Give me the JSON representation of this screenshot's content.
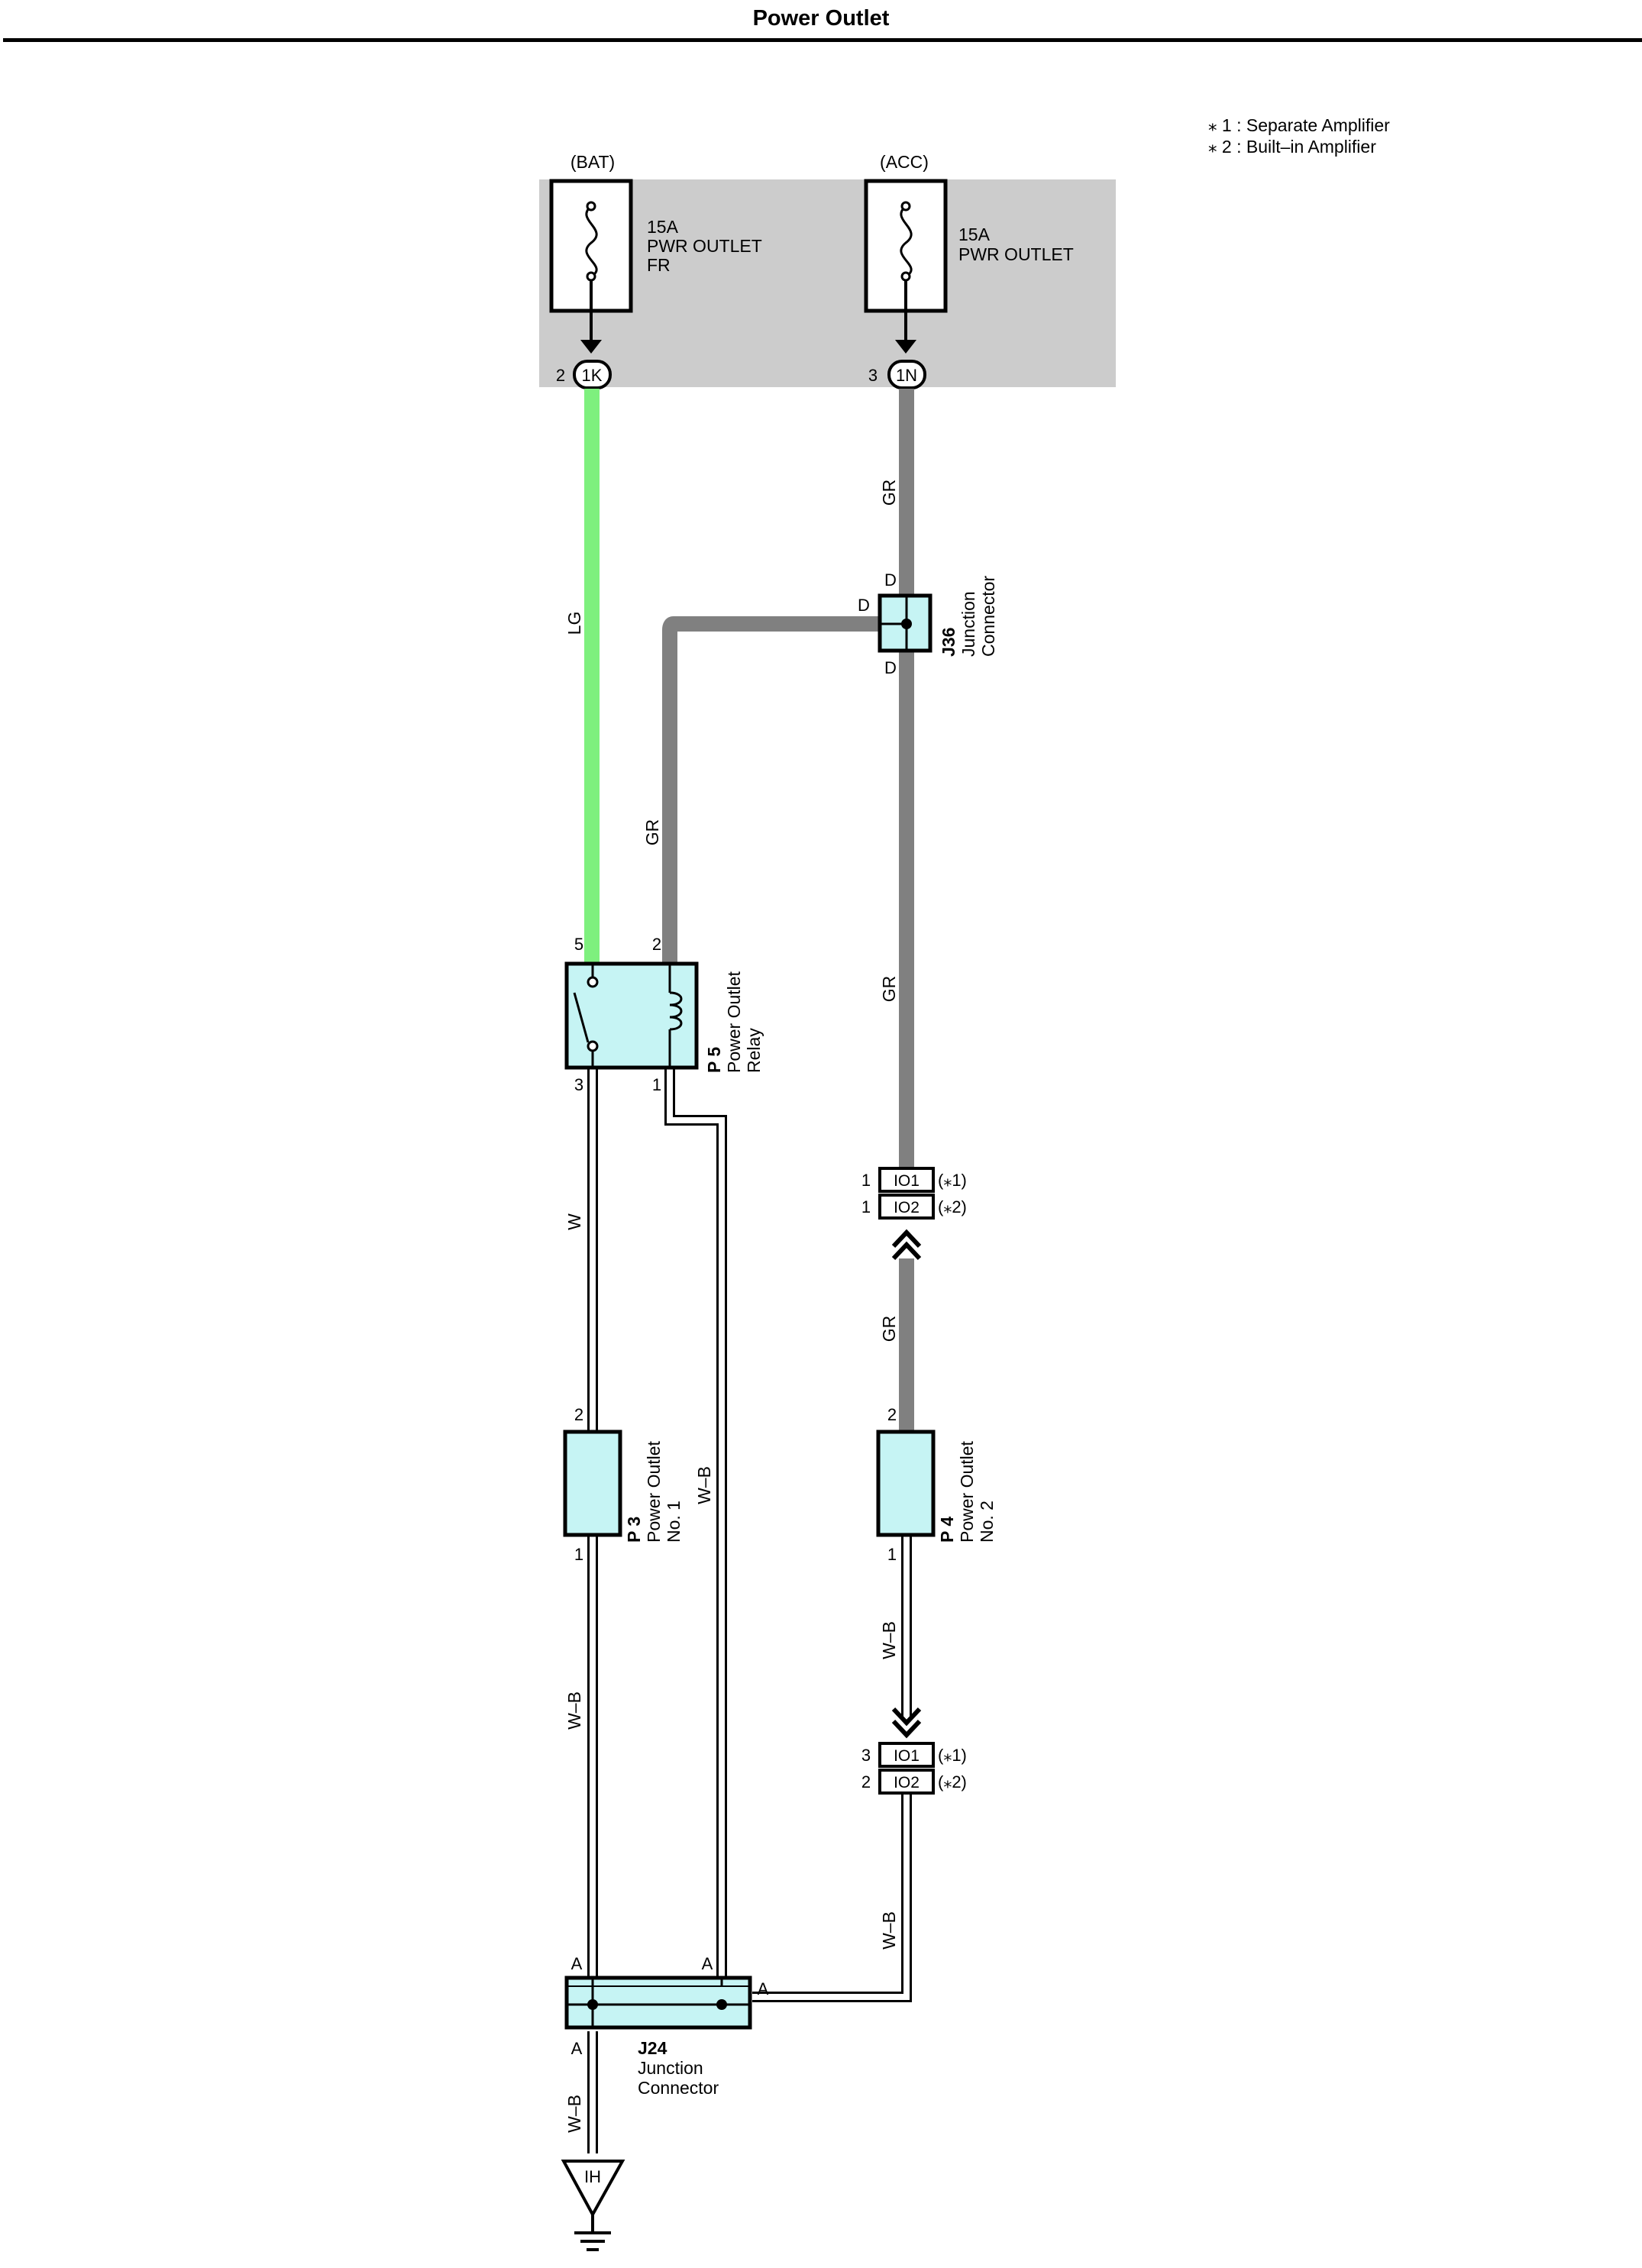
{
  "title": "Power Outlet",
  "legend": [
    "⁎ 1 : Separate Amplifier",
    "⁎ 2 : Built–in Amplifier"
  ],
  "colors": {
    "fuse_box_bg": "#cccccc",
    "component_fill": "#c6f4f4",
    "wire_LG": "#7ef07e",
    "wire_GR": "#808080",
    "wire_W": "#ffffff",
    "wire_WB": "#ffffff"
  },
  "fuses": [
    {
      "source": "(BAT)",
      "line1": "15A",
      "line2": "PWR OUTLET",
      "line3": "FR",
      "pin": "2",
      "connector": "1K"
    },
    {
      "source": "(ACC)",
      "line1": "15A",
      "line2": "PWR OUTLET",
      "line3": "",
      "pin": "3",
      "connector": "1N"
    }
  ],
  "wires": {
    "lg": "LG",
    "gr": "GR",
    "w": "W",
    "wb": "W–B"
  },
  "relay": {
    "id": "P 5",
    "name1": "Power Outlet",
    "name2": "Relay",
    "pin_5": "5",
    "pin_2": "2",
    "pin_3": "3",
    "pin_1": "1"
  },
  "j36": {
    "id": "J36",
    "name1": "Junction",
    "name2": "Connector",
    "pin": "D"
  },
  "io_upper": {
    "row1": {
      "pin": "1",
      "code": "IO1",
      "note": "(⁎1)"
    },
    "row2": {
      "pin": "1",
      "code": "IO2",
      "note": "(⁎2)"
    }
  },
  "io_lower": {
    "row1": {
      "pin": "3",
      "code": "IO1",
      "note": "(⁎1)"
    },
    "row2": {
      "pin": "2",
      "code": "IO2",
      "note": "(⁎2)"
    }
  },
  "p3": {
    "id": "P 3",
    "name1": "Power Outlet",
    "name2": "No. 1",
    "pin_top": "2",
    "pin_bottom": "1"
  },
  "p4": {
    "id": "P 4",
    "name1": "Power Outlet",
    "name2": "No. 2",
    "pin_top": "2",
    "pin_bottom": "1"
  },
  "j24": {
    "id": "J24",
    "name1": "Junction",
    "name2": "Connector",
    "pin": "A"
  },
  "ground": {
    "code": "IH"
  }
}
